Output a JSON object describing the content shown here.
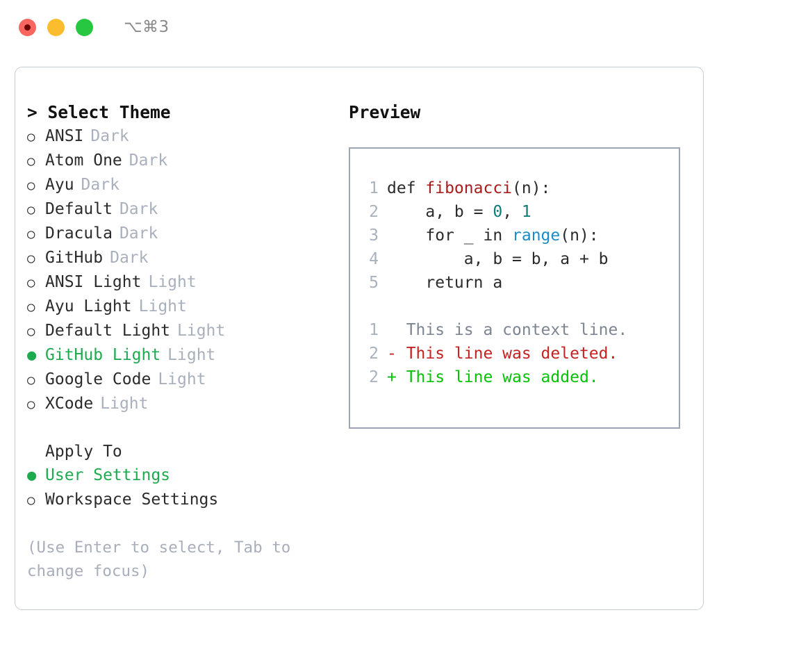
{
  "titlebar": {
    "shortcut": "⌥⌘3",
    "buttons": [
      {
        "name": "close",
        "color": "#f9655f"
      },
      {
        "name": "minimize",
        "color": "#fbbd2e"
      },
      {
        "name": "maximize",
        "color": "#27c840"
      }
    ]
  },
  "theme_picker": {
    "heading": "> Select Theme",
    "marker_unselected": "○",
    "marker_selected": "●",
    "selected_color": "#1eaa4e",
    "tag_color": "#a9b0bd",
    "items": [
      {
        "label": "ANSI",
        "tag": "Dark",
        "selected": false
      },
      {
        "label": "Atom One",
        "tag": "Dark",
        "selected": false
      },
      {
        "label": "Ayu",
        "tag": "Dark",
        "selected": false
      },
      {
        "label": "Default",
        "tag": "Dark",
        "selected": false
      },
      {
        "label": "Dracula",
        "tag": "Dark",
        "selected": false
      },
      {
        "label": "GitHub",
        "tag": "Dark",
        "selected": false
      },
      {
        "label": "ANSI Light",
        "tag": "Light",
        "selected": false
      },
      {
        "label": "Ayu Light",
        "tag": "Light",
        "selected": false
      },
      {
        "label": "Default Light",
        "tag": "Light",
        "selected": false
      },
      {
        "label": "GitHub Light",
        "tag": "Light",
        "selected": true
      },
      {
        "label": "Google Code",
        "tag": "Light",
        "selected": false
      },
      {
        "label": "XCode",
        "tag": "Light",
        "selected": false
      }
    ]
  },
  "apply_to": {
    "heading": "Apply To",
    "items": [
      {
        "label": "User Settings",
        "selected": true
      },
      {
        "label": "Workspace Settings",
        "selected": false
      }
    ]
  },
  "hint": "(Use Enter to select, Tab to change focus)",
  "preview": {
    "heading": "Preview",
    "code_lines": [
      {
        "lineno": "1",
        "tokens": [
          {
            "text": "def ",
            "type": "plain"
          },
          {
            "text": "fibonacci",
            "type": "fn"
          },
          {
            "text": "(n):",
            "type": "plain"
          }
        ]
      },
      {
        "lineno": "2",
        "tokens": [
          {
            "text": "    a, b = ",
            "type": "plain"
          },
          {
            "text": "0",
            "type": "num"
          },
          {
            "text": ", ",
            "type": "plain"
          },
          {
            "text": "1",
            "type": "num"
          }
        ]
      },
      {
        "lineno": "3",
        "tokens": [
          {
            "text": "    for _ in ",
            "type": "plain"
          },
          {
            "text": "range",
            "type": "call"
          },
          {
            "text": "(n):",
            "type": "plain"
          }
        ]
      },
      {
        "lineno": "4",
        "tokens": [
          {
            "text": "        a, b = b, a + b",
            "type": "plain"
          }
        ]
      },
      {
        "lineno": "5",
        "tokens": [
          {
            "text": "    return a",
            "type": "plain"
          }
        ]
      }
    ],
    "diff_lines": [
      {
        "lineno": "1",
        "text": "  This is a context line.",
        "kind": "ctx"
      },
      {
        "lineno": "2",
        "text": "- This line was deleted.",
        "kind": "del"
      },
      {
        "lineno": "2",
        "text": "+ This line was added.",
        "kind": "add"
      }
    ],
    "syntax_colors": {
      "function": "#a71d1d",
      "number": "#0f7c78",
      "call": "#1a8cc8",
      "plain": "#2b2b2b",
      "lineno": "#a9b1bd",
      "diff_context": "#7d8590",
      "diff_deleted": "#c62222",
      "diff_added": "#06c206"
    }
  }
}
